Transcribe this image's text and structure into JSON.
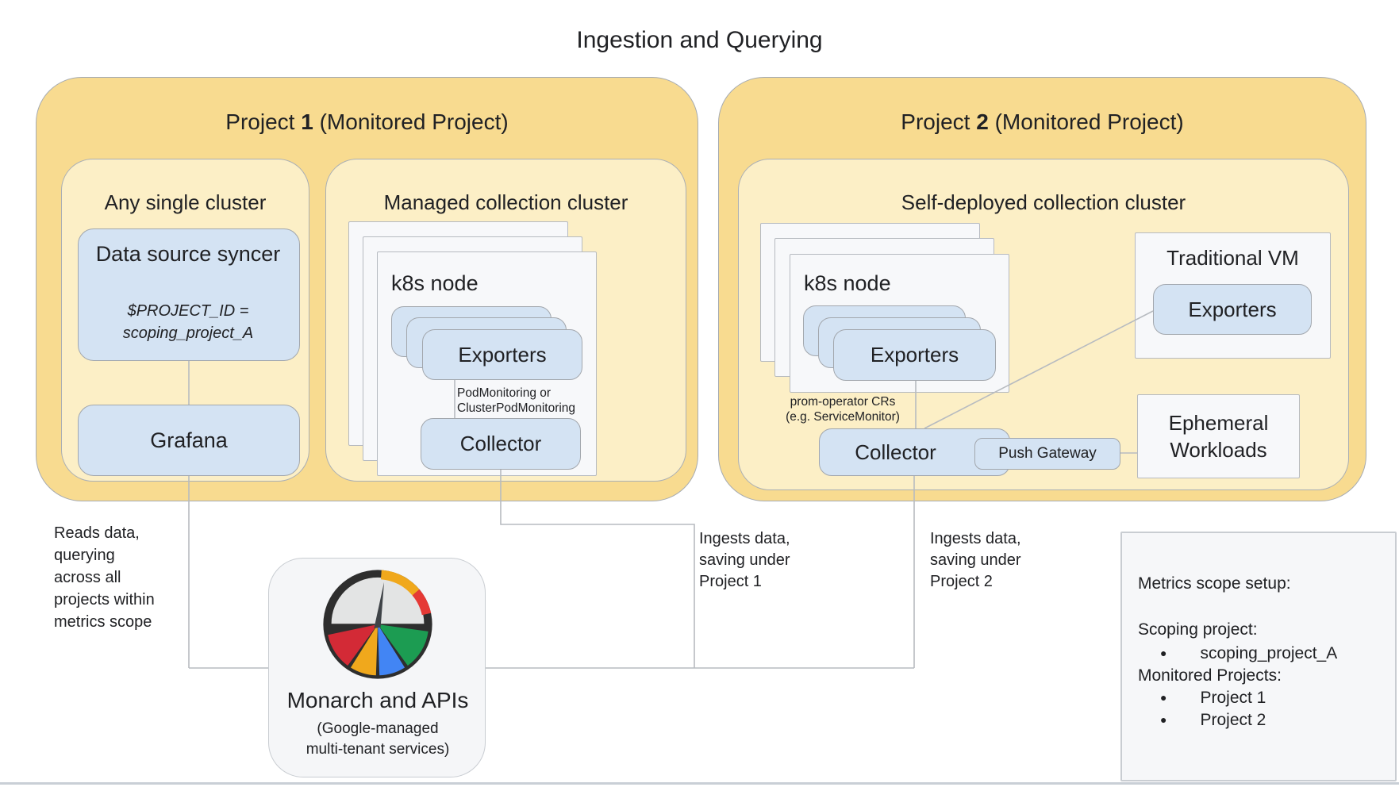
{
  "title": "Ingestion and Querying",
  "colors": {
    "outer_project_yellow": "#F8DB90",
    "inner_cluster_yellow": "#FCEFC6",
    "component_blue": "#D4E3F3",
    "node_white": "#F7F8FA",
    "panel_gray": "#F5F6F8",
    "connector_gray": "#B7BBC0",
    "gauge_red": "#D32A36",
    "gauge_yellow": "#F0A81C",
    "gauge_blue": "#4285F4",
    "gauge_green": "#1C9C52",
    "bottom_rule": "#C9CFD6"
  },
  "project1": {
    "label_prefix": "Project ",
    "label_number": "1",
    "label_suffix": " (Monitored Project)",
    "any_single_cluster": {
      "label": "Any single cluster",
      "data_source_syncer": {
        "title": "Data source syncer",
        "note": "$PROJECT_ID = scoping_project_A"
      },
      "grafana": "Grafana"
    },
    "managed_cluster": {
      "label": "Managed collection cluster",
      "k8s_node": "k8s node",
      "exporters": "Exporters",
      "monitoring_note": "PodMonitoring or\nClusterPodMonitoring",
      "collector": "Collector"
    }
  },
  "project2": {
    "label_prefix": "Project ",
    "label_number": "2",
    "label_suffix": " (Monitored Project)",
    "self_deployed_cluster": {
      "label": "Self-deployed collection cluster",
      "k8s_node": "k8s node",
      "exporters": "Exporters",
      "operator_note": "prom-operator CRs\n(e.g. ServiceMonitor)",
      "collector": "Collector",
      "push_gateway": "Push Gateway"
    },
    "traditional_vm": {
      "label": "Traditional VM",
      "exporters": "Exporters"
    },
    "ephemeral_workloads": "Ephemeral Workloads"
  },
  "annotations": {
    "reads_data": "Reads data,\nquerying\nacross all\nprojects within\nmetrics scope",
    "ingests_project1": "Ingests data,\nsaving under\nProject 1",
    "ingests_project2": "Ingests data,\nsaving under\nProject 2"
  },
  "monarch": {
    "title": "Monarch and APIs",
    "subtitle": "(Google-managed\nmulti-tenant services)"
  },
  "metrics_scope": {
    "title": "Metrics scope setup:",
    "scoping_label": "Scoping project:",
    "scoping_items": [
      "scoping_project_A"
    ],
    "monitored_label": "Monitored Projects:",
    "monitored_items": [
      "Project 1",
      "Project 2"
    ],
    "bullet": "●"
  }
}
